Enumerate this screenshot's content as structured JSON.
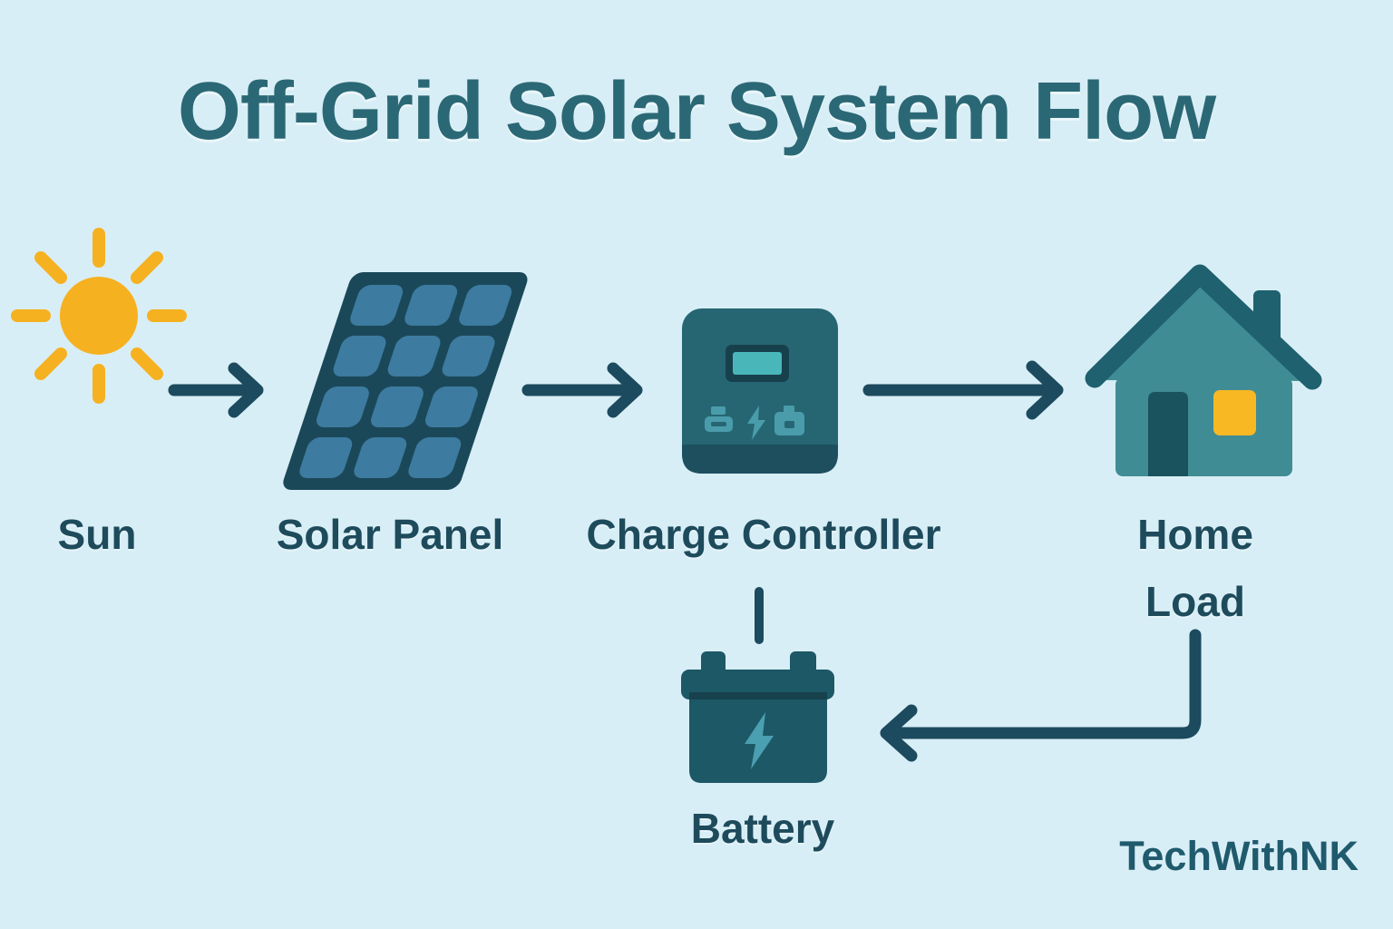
{
  "title": "Off-Grid Solar System Flow",
  "watermark": "TechWithNK",
  "nodes": {
    "sun": {
      "label": "Sun",
      "icon": "sun-icon"
    },
    "solar_panel": {
      "label": "Solar Panel",
      "icon": "solar-panel-icon"
    },
    "charge_controller": {
      "label": "Charge Controller",
      "icon": "charge-controller-icon"
    },
    "home_load": {
      "label_lines": [
        "Home",
        "Load"
      ],
      "icon": "house-icon"
    },
    "battery": {
      "label": "Battery",
      "icon": "battery-icon"
    }
  },
  "connections": [
    {
      "from": "sun",
      "to": "solar_panel",
      "style": "arrow-right"
    },
    {
      "from": "solar_panel",
      "to": "charge_controller",
      "style": "arrow-right"
    },
    {
      "from": "charge_controller",
      "to": "home_load",
      "style": "arrow-right"
    },
    {
      "from": "charge_controller",
      "to": "battery",
      "style": "short-line-down"
    },
    {
      "from": "home_load",
      "to": "battery",
      "style": "elbow-arrow-left"
    }
  ],
  "colors": {
    "background": "#d8eef6",
    "title_text": "#2b6875",
    "label_text": "#1e4b5c",
    "arrow": "#1c4a5e",
    "sun_yellow": "#f6b120",
    "panel_frame": "#1b4859",
    "panel_cell": "#3d7ba0",
    "controller_body": "#266672",
    "controller_base": "#1d4f5e",
    "controller_screen": "#49b7ba",
    "controller_icons": "#4a9cab",
    "house_wall": "#3f8c94",
    "house_roof": "#1f616e",
    "house_door": "#1a525e",
    "window_yellow": "#f7b824",
    "battery_body": "#1d5866",
    "battery_bolt": "#4a9fb0",
    "watermark_text": "#1f5a6d"
  }
}
